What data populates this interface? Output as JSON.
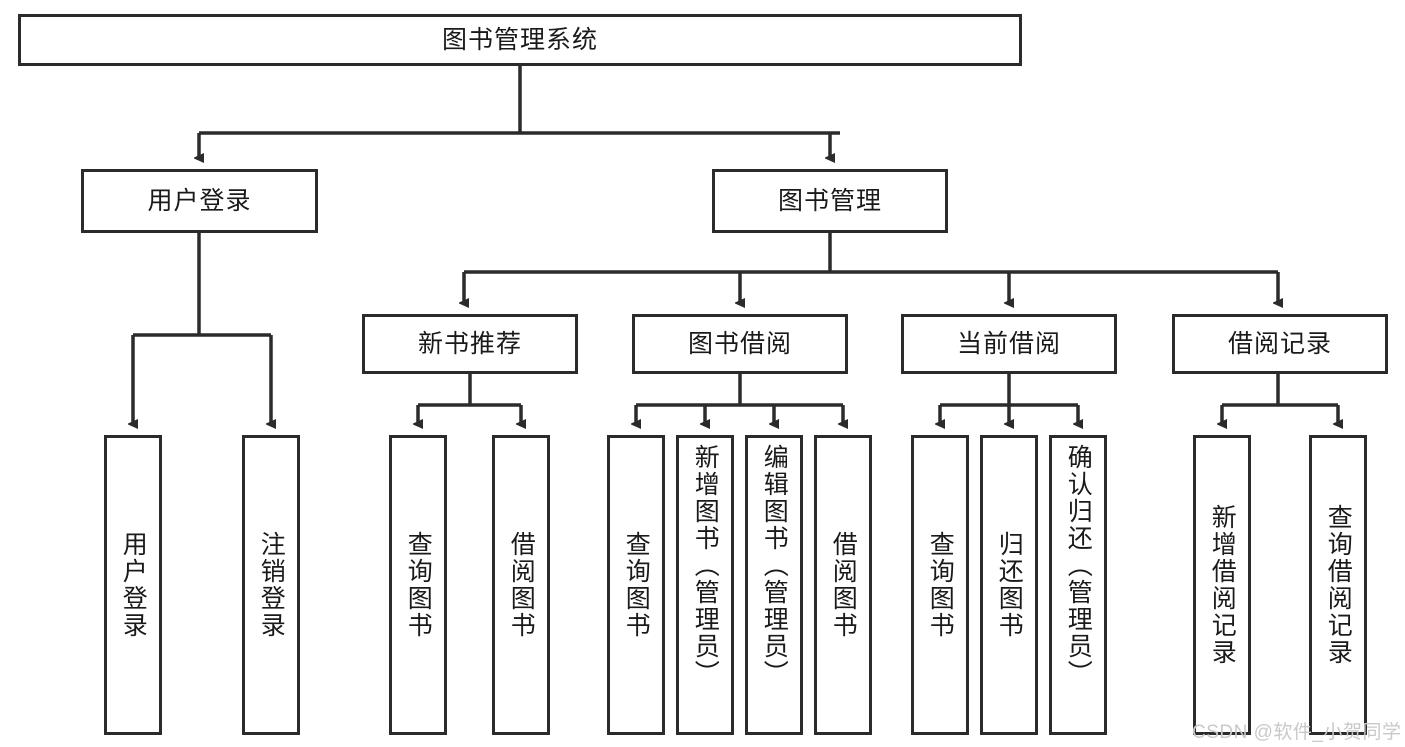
{
  "diagram": {
    "title": "图书管理系统",
    "type": "tree-hierarchy",
    "watermark": "CSDN @软件_小贺同学",
    "colors": {
      "stroke": "#2b2b2b",
      "fill": "#ffffff",
      "text": "#1a1a1a",
      "watermark": "#c9c9c9"
    },
    "levels": [
      {
        "level": 1,
        "nodes": [
          {
            "id": "root",
            "label": "图书管理系统",
            "orientation": "horizontal"
          }
        ]
      },
      {
        "level": 2,
        "nodes": [
          {
            "id": "user-login",
            "label": "用户登录",
            "orientation": "horizontal",
            "parent": "root"
          },
          {
            "id": "book-manage",
            "label": "图书管理",
            "orientation": "horizontal",
            "parent": "root"
          }
        ]
      },
      {
        "level": 3,
        "nodes": [
          {
            "id": "new-book-rec",
            "label": "新书推荐",
            "orientation": "horizontal",
            "parent": "book-manage"
          },
          {
            "id": "book-borrow",
            "label": "图书借阅",
            "orientation": "horizontal",
            "parent": "book-manage"
          },
          {
            "id": "current-borrow",
            "label": "当前借阅",
            "orientation": "horizontal",
            "parent": "book-manage"
          },
          {
            "id": "borrow-record",
            "label": "借阅记录",
            "orientation": "horizontal",
            "parent": "book-manage"
          }
        ]
      },
      {
        "level": 4,
        "nodes": [
          {
            "id": "leaf-user-login",
            "label": "用户登录",
            "orientation": "vertical",
            "parent": "user-login"
          },
          {
            "id": "leaf-user-logout",
            "label": "注销登录",
            "orientation": "vertical",
            "parent": "user-login"
          },
          {
            "id": "leaf-rec-query",
            "label": "查询图书",
            "orientation": "vertical",
            "parent": "new-book-rec"
          },
          {
            "id": "leaf-rec-borrow",
            "label": "借阅图书",
            "orientation": "vertical",
            "parent": "new-book-rec"
          },
          {
            "id": "leaf-borrow-query",
            "label": "查询图书",
            "orientation": "vertical",
            "parent": "book-borrow"
          },
          {
            "id": "leaf-borrow-add",
            "label": "新增图书（管理员）",
            "orientation": "vertical",
            "parent": "book-borrow"
          },
          {
            "id": "leaf-borrow-edit",
            "label": "编辑图书（管理员）",
            "orientation": "vertical",
            "parent": "book-borrow"
          },
          {
            "id": "leaf-borrow-do",
            "label": "借阅图书",
            "orientation": "vertical",
            "parent": "book-borrow"
          },
          {
            "id": "leaf-cur-query",
            "label": "查询图书",
            "orientation": "vertical",
            "parent": "current-borrow"
          },
          {
            "id": "leaf-cur-return",
            "label": "归还图书",
            "orientation": "vertical",
            "parent": "current-borrow"
          },
          {
            "id": "leaf-cur-confirm",
            "label": "确认归还（管理员）",
            "orientation": "vertical",
            "parent": "current-borrow"
          },
          {
            "id": "leaf-rec-add",
            "label": "新增借阅记录",
            "orientation": "vertical",
            "parent": "borrow-record"
          },
          {
            "id": "leaf-rec-search",
            "label": "查询借阅记录",
            "orientation": "vertical",
            "parent": "borrow-record"
          }
        ]
      }
    ]
  }
}
